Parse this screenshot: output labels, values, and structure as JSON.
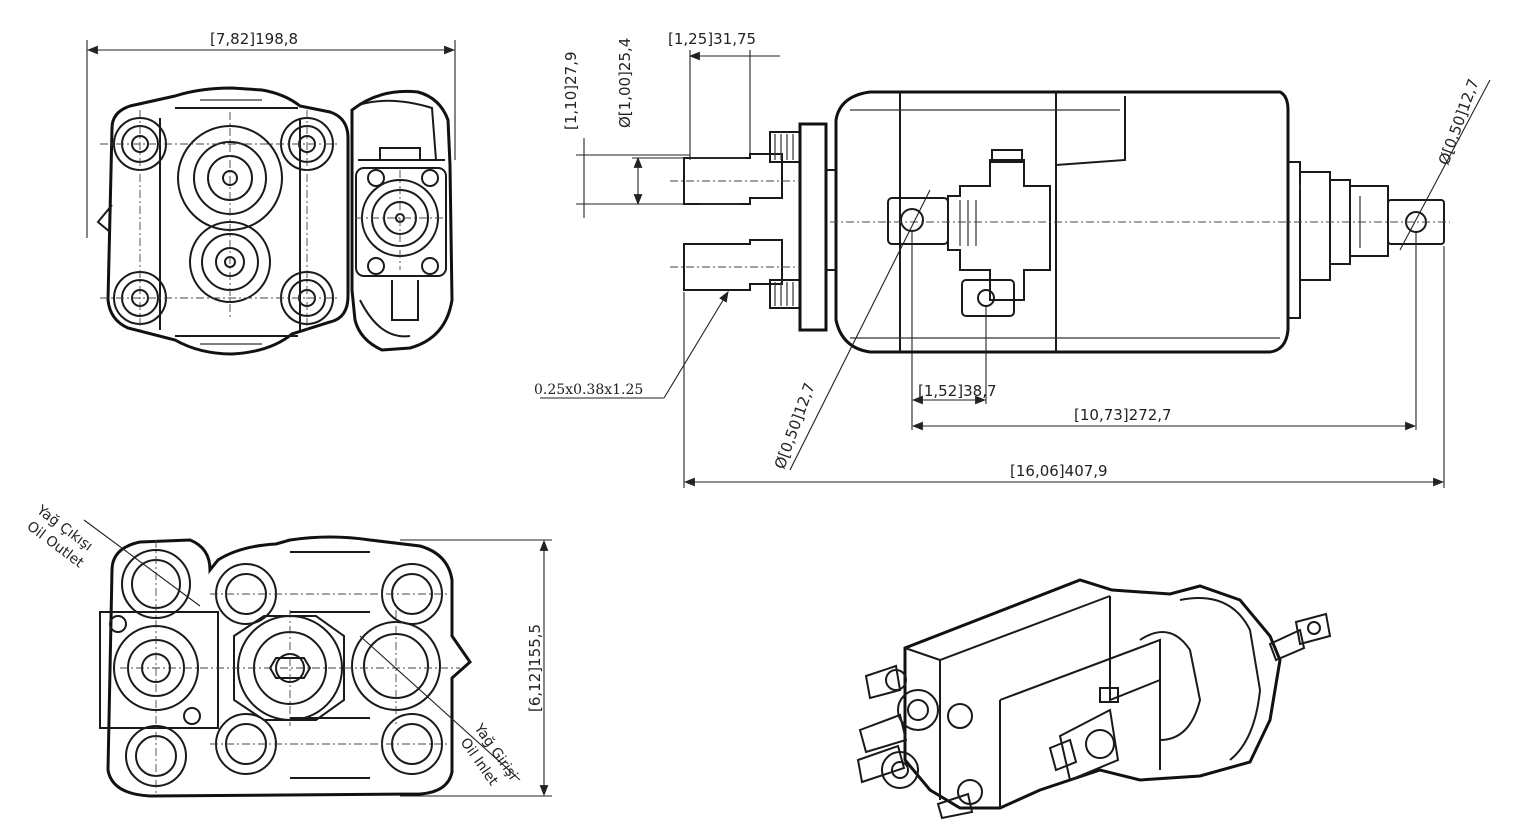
{
  "dimensions": {
    "top_width": "[7,82]198,8",
    "shaft_h1": "[1,10]27,9",
    "shaft_dia": "Ø[1,00]25,4",
    "shaft_len": "[1,25]31,75",
    "key": "0.25x0.38x1.25",
    "hole_left": "Ø[0,50]12,7",
    "hole_right": "Ø[0,50]12,7",
    "mount_offset": "[1,52]38,7",
    "mid_len": "[10,73]272,7",
    "total_len": "[16,06]407,9",
    "bottom_height": "[6,12]155,5"
  },
  "labels": {
    "outlet_tr": "Yağ Çıkışı",
    "outlet_en": "Oil Outlet",
    "inlet_tr": "Yağ Girişi",
    "inlet_en": "Oil Inlet"
  }
}
